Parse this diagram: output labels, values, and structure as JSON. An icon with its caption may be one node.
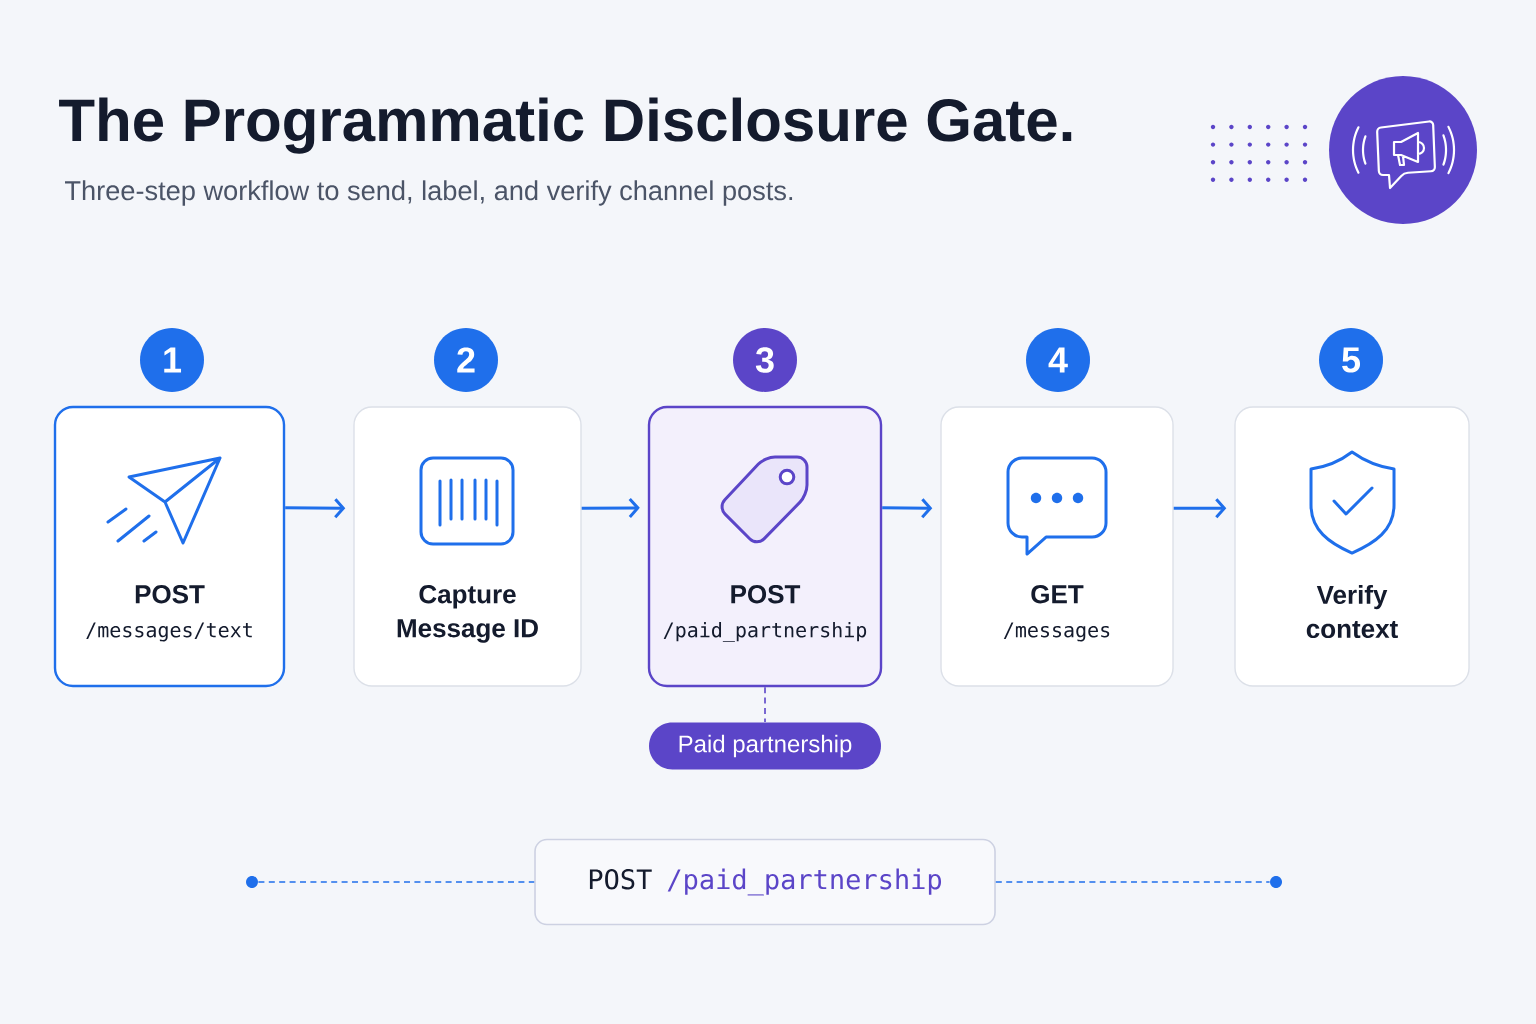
{
  "diagram": {
    "title": "The Programmatic Disclosure Gate.",
    "nodes": [
      {
        "text": [
          "1"
        ]
      },
      {
        "text": [
          "2"
        ]
      },
      {
        "text": [
          "3"
        ]
      },
      {
        "text": [
          "4"
        ]
      },
      {
        "text": [
          "5"
        ]
      },
      {
        "text": [
          "POST",
          "/messages/text"
        ]
      },
      {
        "text": [
          "Capture Message ID"
        ]
      },
      {
        "text": [
          "POST",
          "/paid_partnership"
        ]
      },
      {
        "text": [
          "GET",
          "/messages"
        ]
      },
      {
        "text": [
          "Verify context"
        ]
      },
      {
        "text": [
          "Paid partnership"
        ]
      },
      {
        "text": [
          "POST",
          "/paid_partnership"
        ]
      },
      {
        "text": [],
        "shape": "circle"
      },
      {
        "text": [],
        "shape": "circle"
      }
    ],
    "edges": [
      {
        "from": 5,
        "to": 6,
        "arrow": "to"
      },
      {
        "from": 6,
        "to": 7,
        "arrow": "to"
      },
      {
        "from": 7,
        "to": 8,
        "arrow": "to"
      },
      {
        "from": 8,
        "to": 9,
        "arrow": "to"
      },
      {
        "from": 7,
        "to": 10,
        "arrow": "none",
        "style": "dashed",
        "color": "#5b45c8"
      },
      {
        "from": 12,
        "to": 11,
        "arrow": "none",
        "style": "dashed"
      },
      {
        "from": 11,
        "to": 13,
        "arrow": "none",
        "style": "dashed"
      }
    ],
    "labels": [
      "Three-step workflow to send, label, and verify channel posts."
    ]
  }
}
